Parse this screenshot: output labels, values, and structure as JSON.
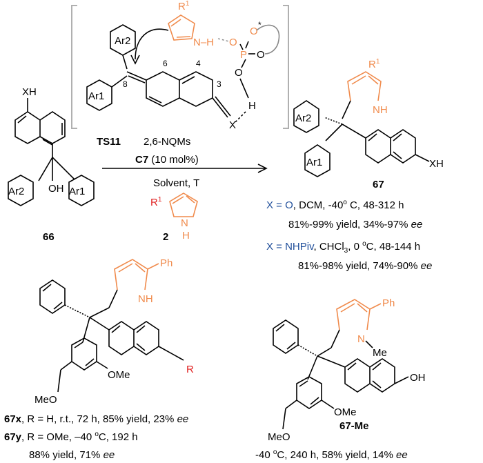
{
  "colors": {
    "accent_orange": "#f08a4b",
    "condition_blue": "#1f4e9a",
    "substituent_red": "#e02020"
  },
  "ts": {
    "label": "TS11",
    "nqm_label": "2,6-NQMs",
    "r1": "R",
    "r1_sup": "1",
    "ar1": "Ar1",
    "ar2": "Ar2",
    "pos8": "8",
    "pos6": "6",
    "pos4": "4",
    "pos3": "3",
    "nh": "N–H",
    "o1": "O",
    "o2": "O",
    "o3": "O",
    "p": "P",
    "h": "H",
    "x": "X",
    "star": "*"
  },
  "reactant": {
    "label": "66",
    "xh": "XH",
    "oh": "OH",
    "ar1": "Ar1",
    "ar2": "Ar2"
  },
  "conditions": {
    "catalyst": "C7",
    "loading": "(10 mol%)",
    "solvent": "Solvent, T",
    "pyrrole_label": "2",
    "pyrrole_r": "R",
    "pyrrole_sup": "1",
    "pyrrole_nh": "N",
    "pyrrole_h": "H"
  },
  "product": {
    "label": "67",
    "xh": "XH",
    "r": "R",
    "r_sup": "1",
    "nh": "NH",
    "ar1": "Ar1",
    "ar2": "Ar2",
    "o_line1_prefix": "X = O",
    "o_line1_rest": ", DCM, -40",
    "o_line1_deg": "o",
    "o_line1_end": "C, 48-312 h",
    "o_line2": "81%-99% yield, 34%-97% ",
    "o_line2_ee": "ee",
    "n_line1_prefix": "X =  NHPiv",
    "n_line1_rest": ", CHCl",
    "n_line1_sub": "3",
    "n_line1_mid": ", 0 ",
    "n_line1_deg": "o",
    "n_line1_end": "C, 48-144 h",
    "n_line2": "81%-98% yield, 74%-90% ",
    "n_line2_ee": "ee"
  },
  "examples": {
    "left": {
      "ph": "Ph",
      "nh": "NH",
      "ome1": "OMe",
      "ome2": "MeO",
      "r": "R",
      "x_label": "67x",
      "x_text": ", R = H, r.t., 72 h, 85% yield, 23% ",
      "x_ee": "ee",
      "y_label": "67y",
      "y_text1": ", R = OMe, –40 ",
      "y_deg": "o",
      "y_text2": "C, 192 h",
      "y_line2": "88% yield, 71% ",
      "y_ee": "ee"
    },
    "right": {
      "ph": "Ph",
      "n": "N",
      "me": "Me",
      "ome1": "OMe",
      "ome2": "MeO",
      "oh": "OH",
      "label": "67-Me",
      "cond_pre": "-40 ",
      "cond_deg": "o",
      "cond_text": "C, 240 h, 58% yield, 14% ",
      "cond_ee": "ee"
    }
  }
}
